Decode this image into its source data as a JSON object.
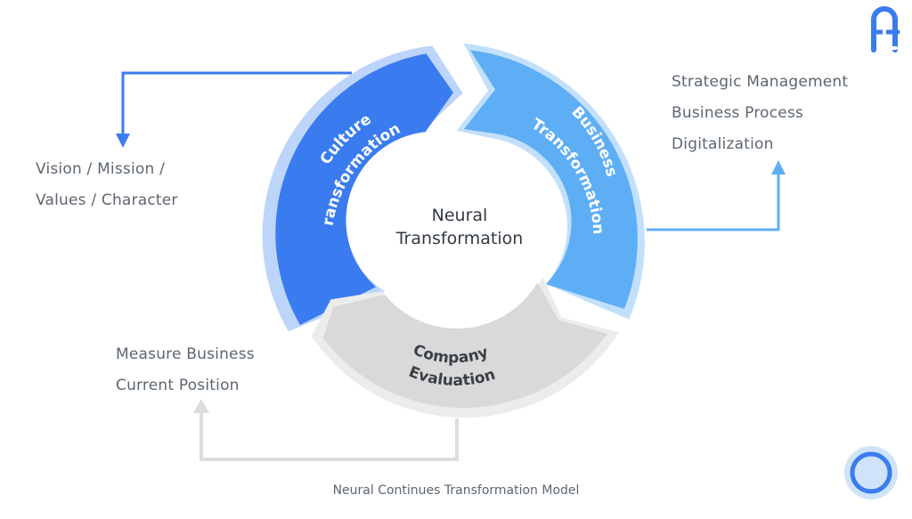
{
  "colors": {
    "culture": "#3a7cf0",
    "business": "#5eaef5",
    "evaluation": "#d9d9d9",
    "text": "#5d6670",
    "logo": "#3a7cf0"
  },
  "icons": {
    "top_right": "logo-icon",
    "bottom_right": "ring-icon"
  },
  "segments": {
    "culture": {
      "line1": "Culture",
      "line2": "Transformation"
    },
    "business": {
      "line1": "Business",
      "line2": "Transformation"
    },
    "evaluation": {
      "line1": "Company",
      "line2": "Evaluation"
    }
  },
  "center": {
    "line1": "Neural",
    "line2": "Transformation"
  },
  "culture_notes": {
    "line1": "Vision / Mission /",
    "line2": "Values / Character"
  },
  "business_notes": {
    "line1": "Strategic Management",
    "line2": "Business Process",
    "line3": "Digitalization"
  },
  "evaluation_notes": {
    "line1": "Measure Business",
    "line2": "Current Position"
  },
  "caption": "Neural Continues Transformation Model"
}
